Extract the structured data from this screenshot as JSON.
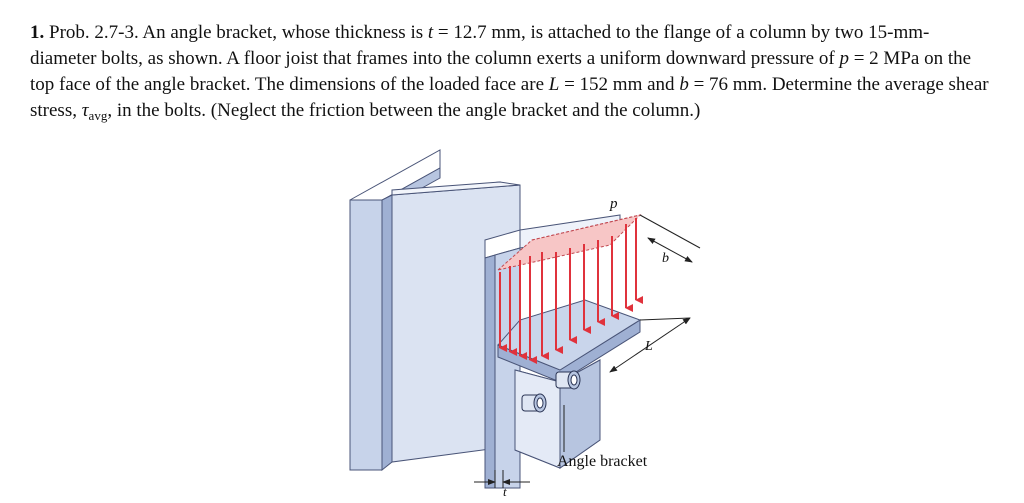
{
  "problem": {
    "number": "1.",
    "text1": "Prob. 2.7-3. An angle bracket, whose thickness is ",
    "t_sym": "t",
    "text2": " = 12.7 mm, is attached to the flange of a column by two 15-mm-diameter bolts, as shown. A floor joist that frames into the column exerts a uniform downward pressure of ",
    "p_sym": "p",
    "text3": " = 2 MPa on the top face of the angle bracket. The dimensions of the loaded face are ",
    "L_sym": "L",
    "text4": " = 152 mm and ",
    "b_sym": "b",
    "text5": " = 76 mm. Determine the average shear stress, ",
    "tau_sym": "τ",
    "tau_sub": "avg",
    "text6": ", in the bolts. (Neglect the friction between the angle bracket and the column.)"
  },
  "figure": {
    "label_p": "p",
    "label_b": "b",
    "label_L": "L",
    "label_t": "t",
    "label_bracket": "Angle bracket",
    "colors": {
      "steel_light": "#dde5f3",
      "steel_mid": "#b7c5e0",
      "steel_dark": "#7f93bd",
      "outline": "#4a5578",
      "pressure_fill": "#f7c6c6",
      "arrow_red": "#e0323c"
    }
  }
}
